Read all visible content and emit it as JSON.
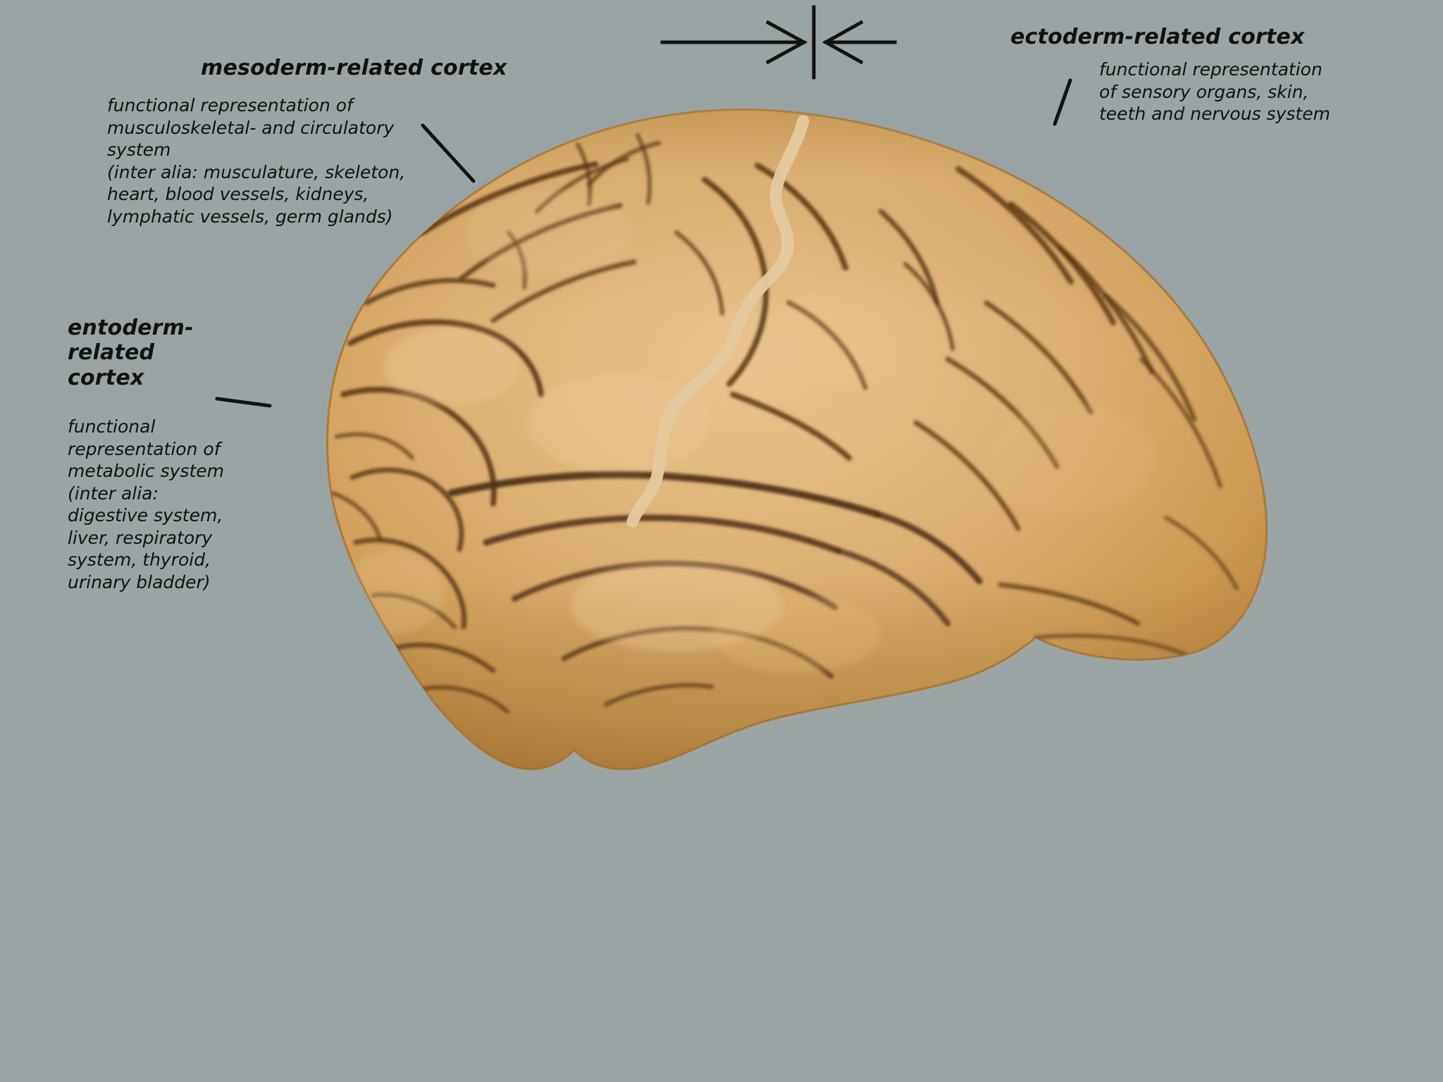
{
  "figure": {
    "background_color": "#9ba4a4",
    "brain_base_color": "#deb273",
    "brain_shadow_color": "#8e6434",
    "sulcus_color": "#4a3016",
    "central_sulcus_highlight_color": "#e3cb9f",
    "line_color": "#111111"
  },
  "annotations": {
    "mesoderm": {
      "heading": "mesoderm-related cortex",
      "body": "functional representation of\nmusculoskeletal- and circulatory\nsystem\n(inter alia: musculature, skeleton,\nheart, blood vessels, kidneys,\nlymphatic vessels, germ glands)"
    },
    "ectoderm": {
      "heading": "ectoderm-related cortex",
      "body": "functional representation\nof sensory organs, skin,\nteeth and nervous system"
    },
    "entoderm": {
      "heading": "entoderm-\nrelated\ncortex",
      "body": "functional\nrepresentation of\nmetabolic system\n(inter alia:\ndigestive system,\nliver, respiratory\nsystem, thyroid,\nurinary bladder)"
    }
  },
  "markers": {
    "divider_label": "central-sulcus-divider",
    "left_arrow_label": "arrow-pointing-right-to-divider",
    "right_arrow_label": "arrow-pointing-left-to-divider",
    "meso_leader_label": "mesoderm-leader-line",
    "ecto_leader_label": "ectoderm-leader-line",
    "ento_leader_label": "entoderm-leader-line"
  }
}
